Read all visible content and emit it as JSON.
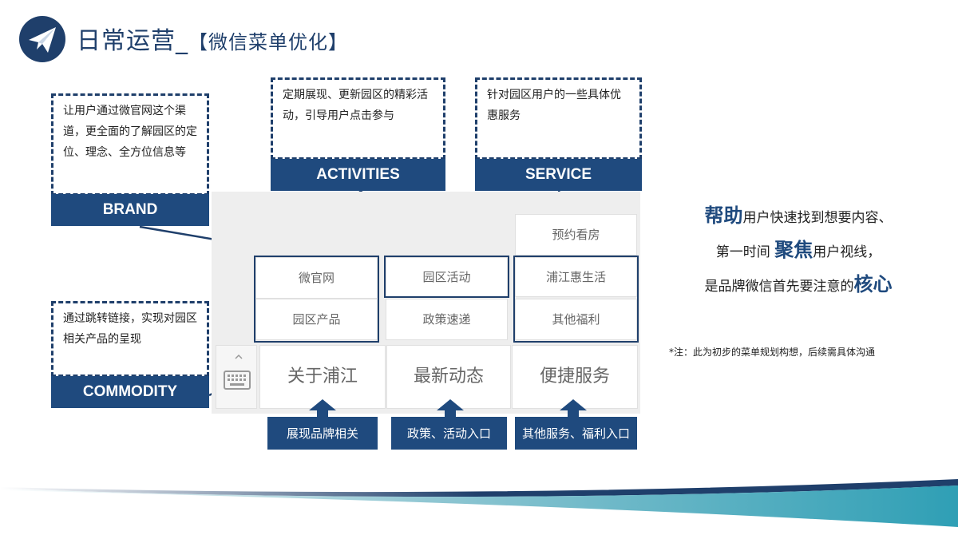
{
  "header": {
    "title_main": "日常运营_",
    "title_sub": "【微信菜单优化】"
  },
  "callouts": {
    "brand": {
      "text": "让用户通过微官网这个渠道，更全面的了解园区的定位、理念、全方位信息等",
      "label": "BRAND"
    },
    "activities": {
      "text": "定期展现、更新园区的精彩活动，引导用户点击参与",
      "label": "ACTIVITIES"
    },
    "service": {
      "text": "针对园区用户的一些具体优惠服务",
      "label": "SERVICE"
    },
    "commodity": {
      "text": "通过跳转链接，实现对园区相关产品的呈现",
      "label": "COMMODITY"
    }
  },
  "menu": {
    "submenus": {
      "col1": [
        "微官网",
        "园区产品"
      ],
      "col2": [
        "园区活动",
        "政策速递"
      ],
      "col3": [
        "预约看房",
        "浦江惠生活",
        "其他福利"
      ]
    },
    "tabs": [
      "关于浦江",
      "最新动态",
      "便捷服务"
    ],
    "tab_descriptions": [
      "展现品牌相关",
      "政策、活动入口",
      "其他服务、福利入口"
    ]
  },
  "summary": {
    "line1_em": "帮助",
    "line1_rest": "用户快速找到想要内容、",
    "line2_pre": "第一时间 ",
    "line2_em": "聚焦",
    "line2_rest": "用户视线，",
    "line3_pre": "是品牌微信首先要注意的",
    "line3_em": "核心"
  },
  "note": "*注：此为初步的菜单规划构想，后续需具体沟通",
  "colors": {
    "brand_blue": "#1f4a7e",
    "dash_blue": "#1f3f6b",
    "panel_gray": "#eeeeee",
    "accent_teal": "#2f9fb5"
  }
}
